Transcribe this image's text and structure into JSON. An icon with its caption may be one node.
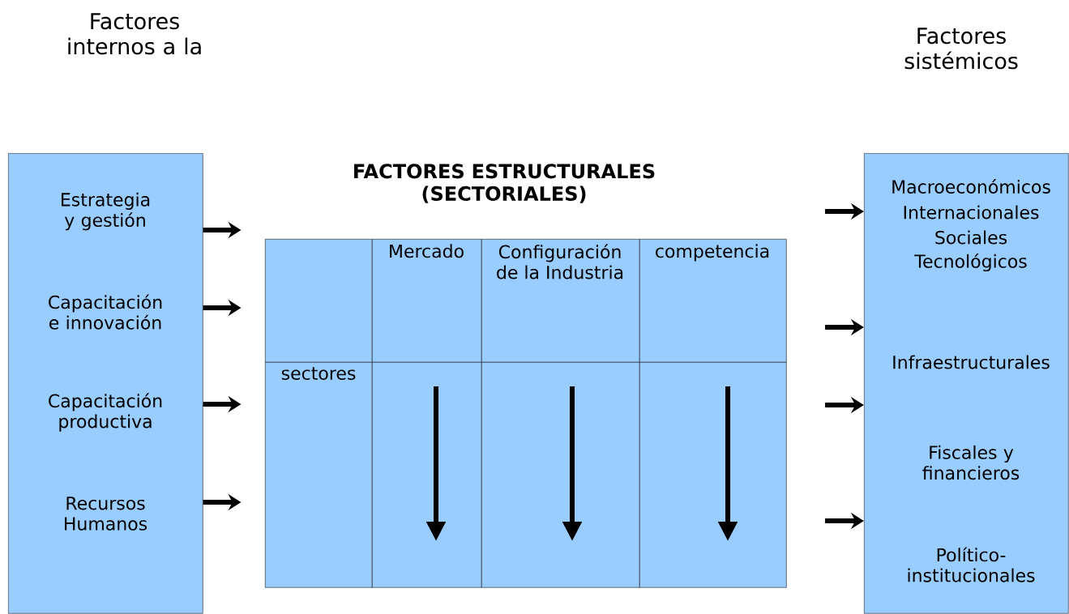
{
  "diagram": {
    "title": "FACTORES ESTRUCTURALES (SECTORIALES)",
    "nodes": [
      {
        "text": [
          "Estrategia y gestión",
          "Capacitación e innovación",
          "Capacitación productiva",
          "Recursos Humanos"
        ]
      },
      {
        "text": [],
        "shape": "box"
      },
      {
        "text": [
          "Mercado"
        ]
      },
      {
        "text": [
          "Configuración de la Industria"
        ]
      },
      {
        "text": [
          "competencia"
        ]
      },
      {
        "text": [
          "sectores"
        ]
      },
      {
        "text": [],
        "shape": "box"
      },
      {
        "text": [],
        "shape": "box"
      },
      {
        "text": [],
        "shape": "box"
      },
      {
        "text": [
          "Macroeconómicos",
          "Internacionales",
          "Sociales",
          "Tecnológicos",
          "Infraestructurales",
          "Fiscales y financieros",
          "Político-institucionales"
        ]
      }
    ],
    "edges": [
      {
        "from": 0,
        "to": null,
        "arrow": "to"
      },
      {
        "from": 0,
        "to": null,
        "arrow": "to"
      },
      {
        "from": 0,
        "to": null,
        "arrow": "to"
      },
      {
        "from": 0,
        "to": null,
        "arrow": "to"
      },
      {
        "from": null,
        "to": 9,
        "arrow": "to"
      },
      {
        "from": null,
        "to": 9,
        "arrow": "to"
      },
      {
        "from": null,
        "to": 9,
        "arrow": "to"
      },
      {
        "from": null,
        "to": 9,
        "arrow": "to"
      }
    ],
    "labels": [
      "Factores internos a la",
      "Factores sistémicos"
    ]
  }
}
